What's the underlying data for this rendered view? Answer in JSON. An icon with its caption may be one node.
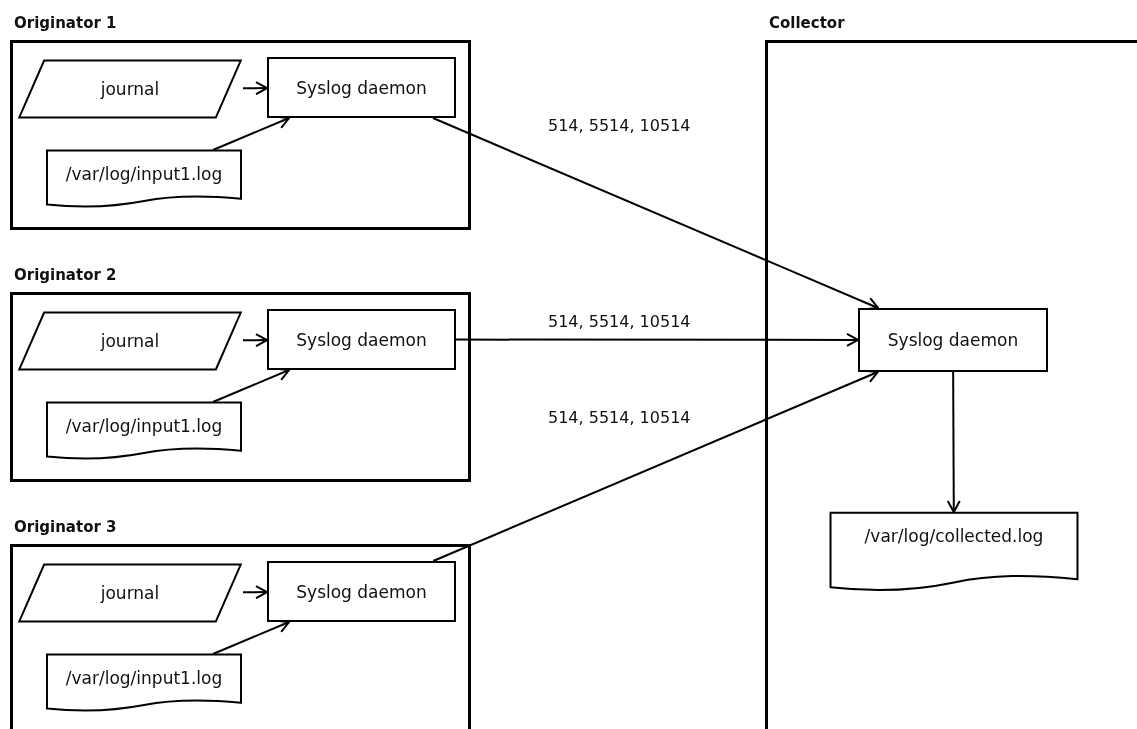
{
  "diagram": {
    "nodes": [
      {
        "text": [
          "Originator 1"
        ]
      },
      {
        "text": [
          "journal"
        ],
        "in": 0
      },
      {
        "text": [
          "Syslog daemon"
        ],
        "in": 0
      },
      {
        "text": [
          "/var/log/input1.log"
        ],
        "in": 0
      },
      {
        "text": [
          "Originator 2"
        ]
      },
      {
        "text": [
          "journal"
        ],
        "in": 4
      },
      {
        "text": [
          "Syslog daemon"
        ],
        "in": 4
      },
      {
        "text": [
          "/var/log/input1.log"
        ],
        "in": 4
      },
      {
        "text": [
          "Originator 3"
        ]
      },
      {
        "text": [
          "journal"
        ],
        "in": 8
      },
      {
        "text": [
          "Syslog daemon"
        ],
        "in": 8
      },
      {
        "text": [
          "/var/log/input1.log"
        ],
        "in": 8
      },
      {
        "text": [
          "Collector"
        ]
      },
      {
        "text": [
          "Syslog daemon"
        ],
        "in": 12
      },
      {
        "text": [
          "/var/log/collected.log"
        ],
        "in": 12
      }
    ],
    "edges": [
      {
        "from": 1,
        "to": 2,
        "arrow": "to"
      },
      {
        "from": 3,
        "to": 2,
        "arrow": "to"
      },
      {
        "from": 5,
        "to": 6,
        "arrow": "to"
      },
      {
        "from": 7,
        "to": 6,
        "arrow": "to"
      },
      {
        "from": 9,
        "to": 10,
        "arrow": "to"
      },
      {
        "from": 11,
        "to": 10,
        "arrow": "to"
      },
      {
        "from": 2,
        "to": 13,
        "label": "514, 5514, 10514",
        "arrow": "to"
      },
      {
        "from": 6,
        "to": 13,
        "label": "514, 5514, 10514",
        "arrow": "to"
      },
      {
        "from": 10,
        "to": 13,
        "label": "514, 5514, 10514",
        "arrow": "to"
      },
      {
        "from": 13,
        "to": 14,
        "arrow": "to"
      }
    ]
  }
}
